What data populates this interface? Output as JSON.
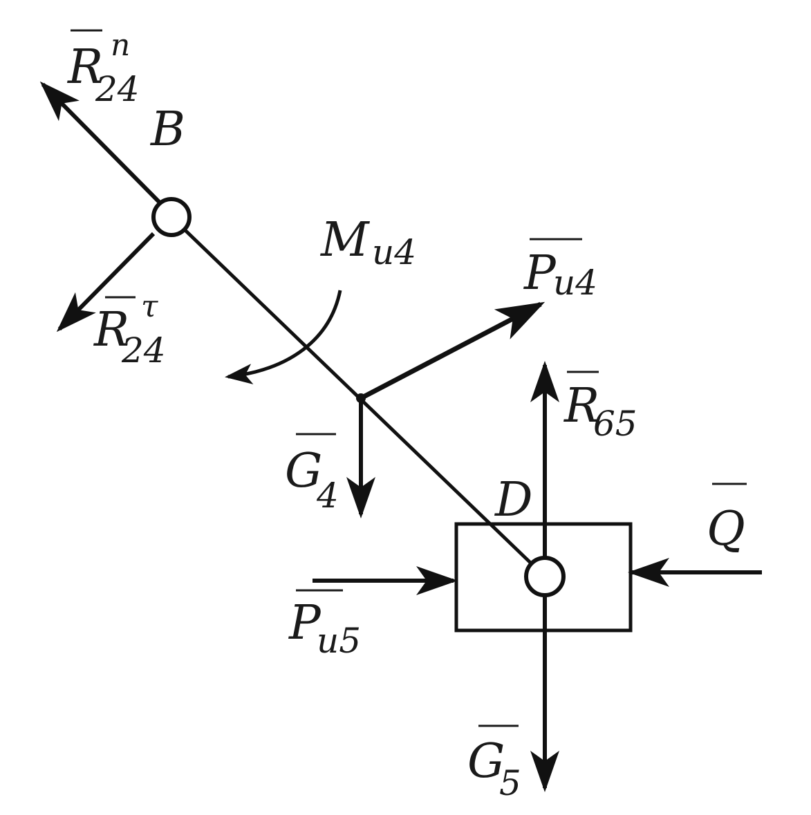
{
  "diagram": {
    "points": {
      "B": "B",
      "D": "D"
    },
    "forces": {
      "R24n": {
        "main": "R",
        "sub": "24",
        "sup": "n"
      },
      "R24t": {
        "main": "R",
        "sub": "24",
        "sup": "τ"
      },
      "Mu4": {
        "main": "M",
        "sub": "u4"
      },
      "Pu4": {
        "main": "P",
        "sub": "u4"
      },
      "G4": {
        "main": "G",
        "sub": "4"
      },
      "R65": {
        "main": "R",
        "sub": "65"
      },
      "Q": {
        "main": "Q"
      },
      "Pu5": {
        "main": "P",
        "sub": "u5"
      },
      "G5": {
        "main": "G",
        "sub": "5"
      }
    }
  }
}
